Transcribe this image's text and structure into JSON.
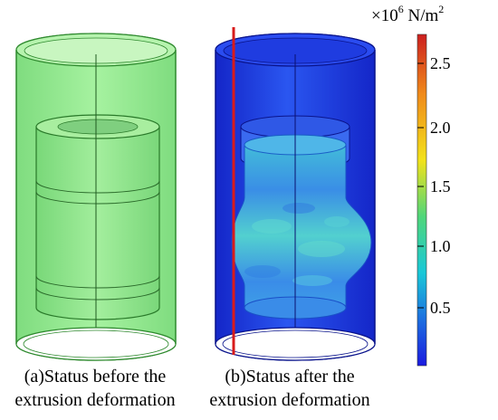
{
  "figure": {
    "panel_a": {
      "caption_line1": "(a)Status before the",
      "caption_line2": "extrusion deformation"
    },
    "panel_b": {
      "caption_line1": "(b)Status after the",
      "caption_line2": "extrusion deformation"
    }
  },
  "colorbar": {
    "unit_prefix": "×10",
    "unit_exponent": "6",
    "unit_suffix": " N/m",
    "unit_suffix_exponent": "2",
    "ticks": [
      "2.5",
      "2.0",
      "1.5",
      "1.0",
      "0.5"
    ],
    "colors": [
      "#cc1f1f",
      "#f08a1a",
      "#f2e21a",
      "#4fd67a",
      "#19c8d8",
      "#1c6fe0",
      "#1a1ae0"
    ]
  },
  "colors": {
    "panel_a_fill": "#8fe88f",
    "panel_a_edge": "#3a9a3a",
    "panel_b_outer": "#1a3fe0",
    "panel_b_inner": "#3aa0f0",
    "marker_line": "#d81b1b"
  }
}
